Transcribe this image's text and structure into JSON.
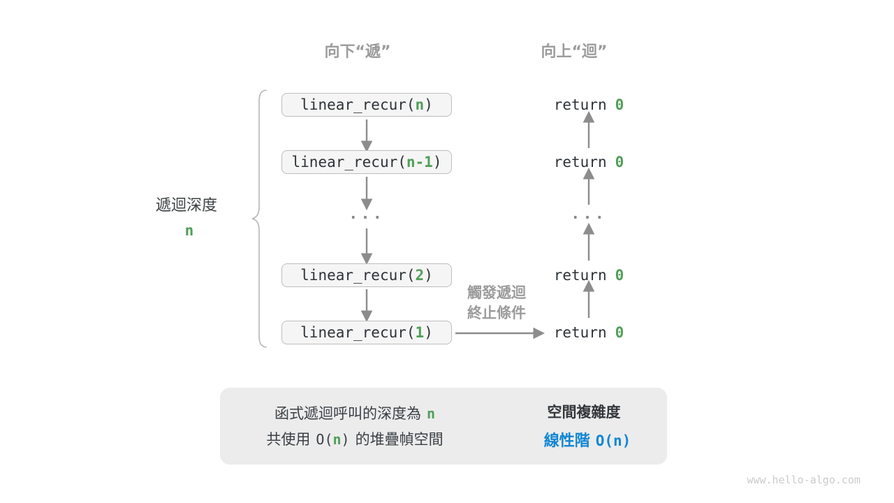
{
  "palette": {
    "green": "#519e58",
    "blue": "#1186d3",
    "gray_label": "#9b9b9b",
    "arrow_gray": "#8c8c8c",
    "dark_text": "#3a3f44",
    "box_fill": "#f5f5f5",
    "box_border": "#bdbdbd",
    "summary_bg": "#ececec"
  },
  "headers": {
    "descend": "向下“遞”",
    "ascend": "向上“迴”"
  },
  "depth_brace": {
    "label": "遞迴深度",
    "value": "n"
  },
  "call_stack": {
    "boxes": [
      {
        "prefix": "linear_recur(",
        "arg": "n",
        "suffix": ")"
      },
      {
        "prefix": "linear_recur(",
        "arg": "n-1",
        "suffix": ")"
      },
      {
        "prefix": "linear_recur(",
        "arg": "2",
        "suffix": ")"
      },
      {
        "prefix": "linear_recur(",
        "arg": "1",
        "suffix": ")"
      }
    ],
    "ellipsis": "..."
  },
  "returns": {
    "rows": [
      {
        "keyword": "return",
        "value": "0"
      },
      {
        "keyword": "return",
        "value": "0"
      },
      {
        "keyword": "return",
        "value": "0"
      },
      {
        "keyword": "return",
        "value": "0"
      }
    ],
    "ellipsis": "..."
  },
  "termination_note": {
    "line1": "觸發遞迴",
    "line2": "終止條件"
  },
  "summary": {
    "left": {
      "line1_text": "函式遞迴呼叫的深度為",
      "line1_value": "n",
      "line2_pre": "共使用",
      "line2_o": "O(",
      "line2_n": "n",
      "line2_close": ")",
      "line2_post": "的堆疊幀空間"
    },
    "right": {
      "title": "空間複雜度",
      "result_pre": "線性階",
      "result_o": "O(",
      "result_n": "n",
      "result_close": ")"
    }
  },
  "watermark": "www.hello-algo.com"
}
